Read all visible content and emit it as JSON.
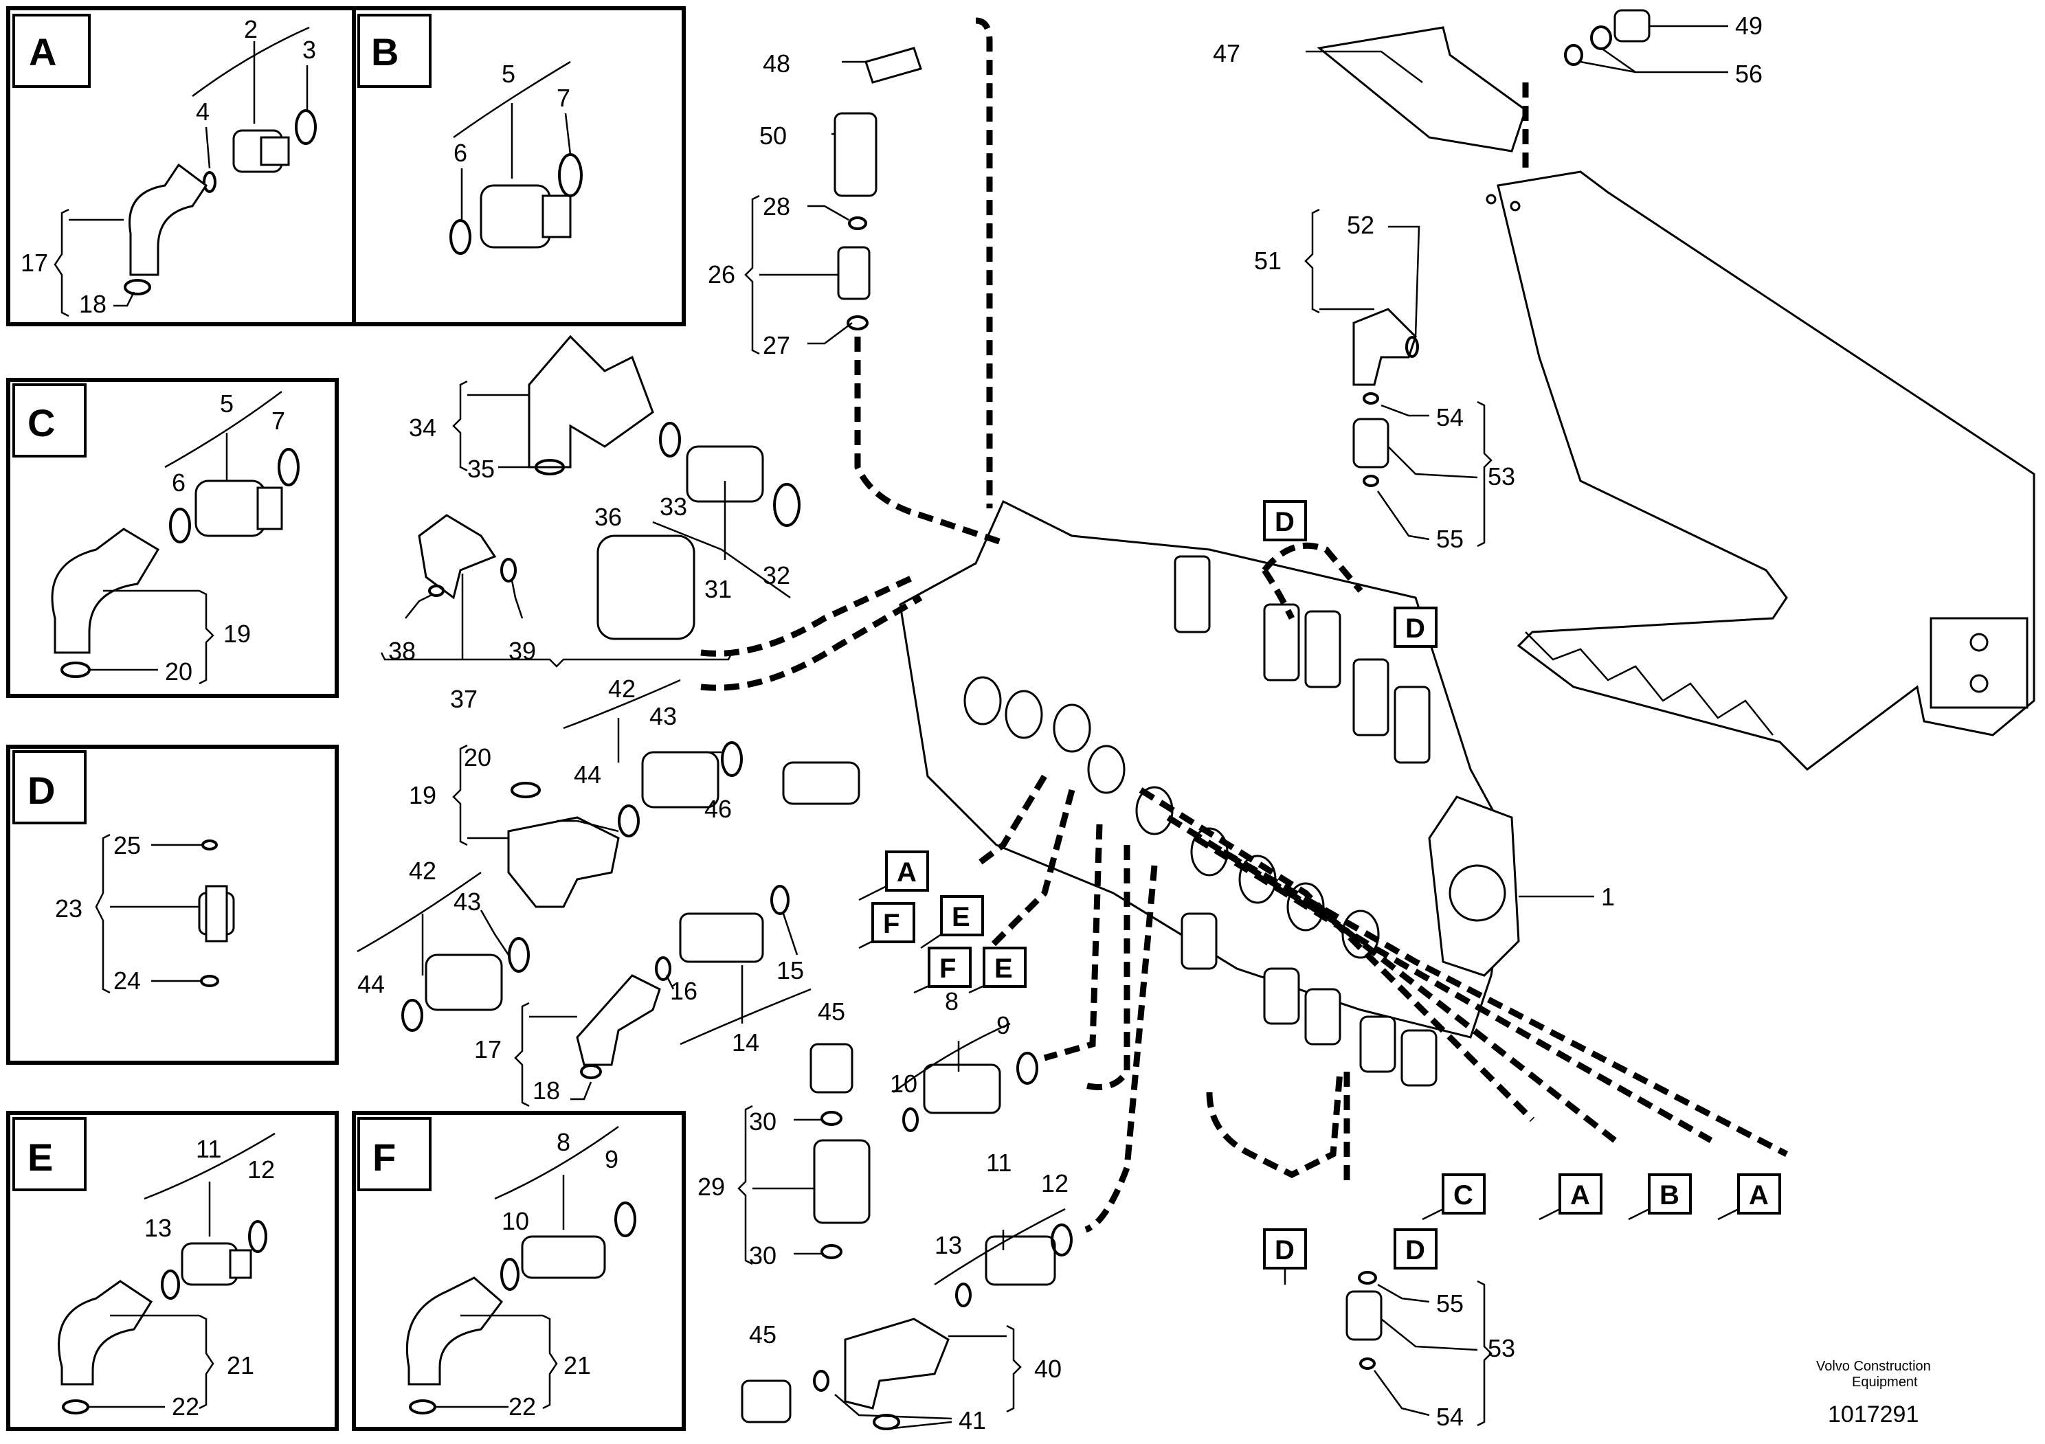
{
  "credit": {
    "line1": "Volvo Construction",
    "line2": "Equipment",
    "doc_number": "1017291"
  },
  "insets": [
    {
      "letter": "A",
      "labels": [
        "2",
        "3",
        "4",
        "17",
        "18"
      ]
    },
    {
      "letter": "B",
      "labels": [
        "5",
        "6",
        "7"
      ]
    },
    {
      "letter": "C",
      "labels": [
        "5",
        "6",
        "7",
        "19",
        "20"
      ]
    },
    {
      "letter": "D",
      "labels": [
        "23",
        "24",
        "25"
      ]
    },
    {
      "letter": "E",
      "labels": [
        "11",
        "12",
        "13",
        "21",
        "22"
      ]
    },
    {
      "letter": "F",
      "labels": [
        "8",
        "9",
        "10",
        "21",
        "22"
      ]
    }
  ],
  "ref_tags": [
    "A",
    "F",
    "E",
    "F",
    "E",
    "D",
    "D",
    "D",
    "D",
    "C",
    "A",
    "B",
    "A"
  ],
  "callouts": [
    "1",
    "8",
    "9",
    "10",
    "11",
    "12",
    "13",
    "14",
    "15",
    "16",
    "17",
    "18",
    "19",
    "20",
    "26",
    "27",
    "28",
    "29",
    "30",
    "30",
    "31",
    "32",
    "33",
    "34",
    "35",
    "36",
    "37",
    "38",
    "39",
    "40",
    "41",
    "42",
    "42",
    "43",
    "43",
    "44",
    "44",
    "45",
    "45",
    "46",
    "47",
    "48",
    "49",
    "50",
    "51",
    "52",
    "53",
    "53",
    "54",
    "54",
    "55",
    "55",
    "56"
  ],
  "icons": [
    "valve-body-icon",
    "mounting-bracket-icon",
    "fitting-icon",
    "o-ring-icon",
    "hose-icon"
  ]
}
